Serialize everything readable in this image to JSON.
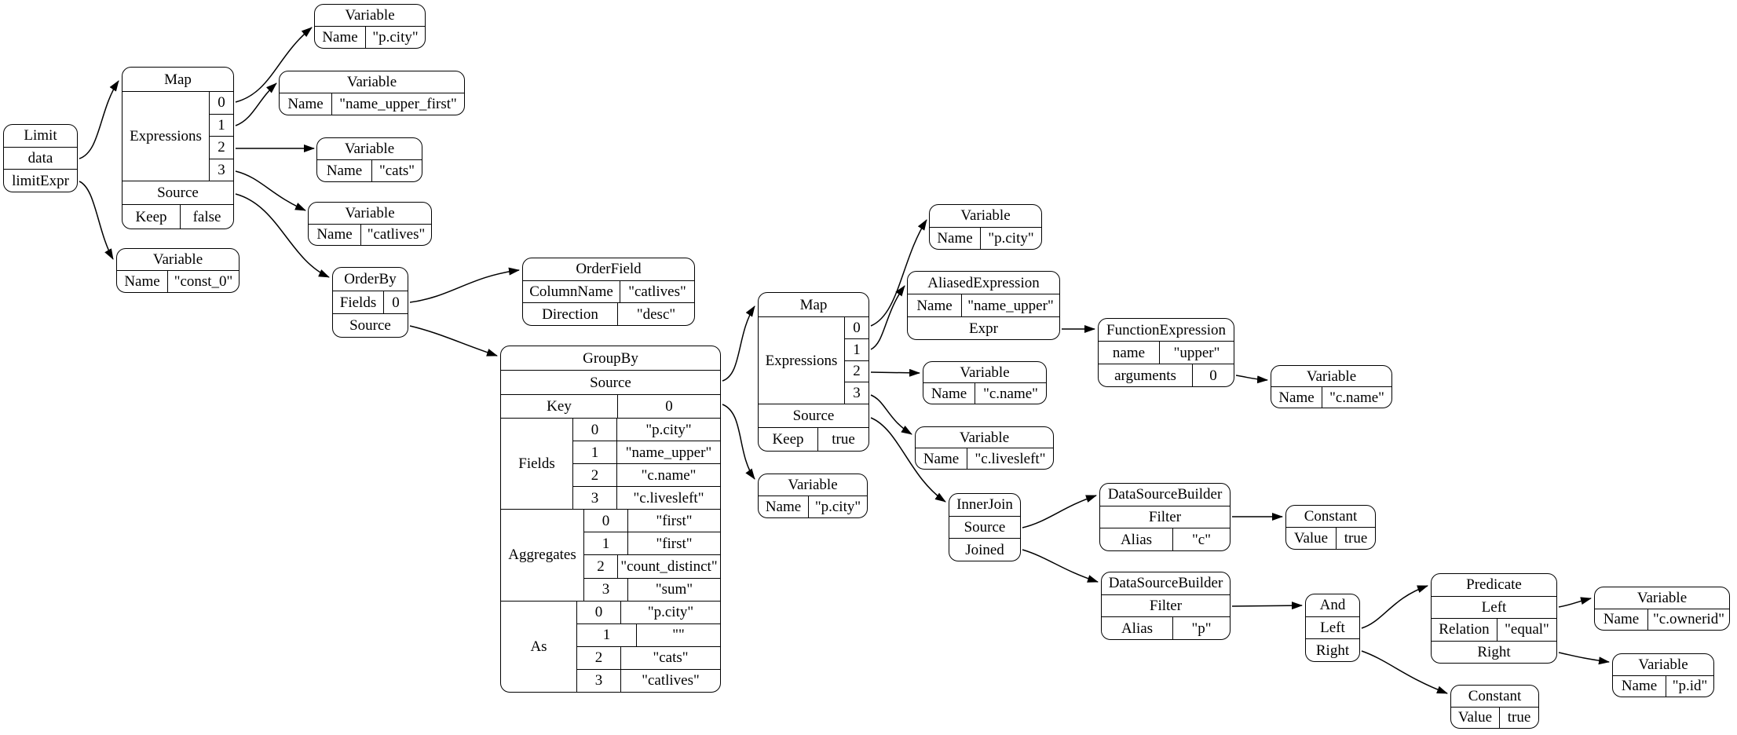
{
  "colors": {
    "background": "#ffffff",
    "node_fill": "#ffffff",
    "stroke": "#000000"
  },
  "nodes": {
    "limit": {
      "title": "Limit",
      "rows": [
        "data",
        "limitExpr"
      ]
    },
    "map1": {
      "title": "Map",
      "expressions_label": "Expressions",
      "indices": [
        "0",
        "1",
        "2",
        "3"
      ],
      "source_label": "Source",
      "keep_label": "Keep",
      "keep_value": "false"
    },
    "var_pcity1": {
      "title": "Variable",
      "key": "Name",
      "value": "\"p.city\""
    },
    "var_name_upper_first": {
      "title": "Variable",
      "key": "Name",
      "value": "\"name_upper_first\""
    },
    "var_cats": {
      "title": "Variable",
      "key": "Name",
      "value": "\"cats\""
    },
    "var_catlives": {
      "title": "Variable",
      "key": "Name",
      "value": "\"catlives\""
    },
    "var_const0": {
      "title": "Variable",
      "key": "Name",
      "value": "\"const_0\""
    },
    "orderby": {
      "title": "OrderBy",
      "fields_label": "Fields",
      "fields_index": "0",
      "source_label": "Source"
    },
    "orderfield": {
      "title": "OrderField",
      "columnname_label": "ColumnName",
      "columnname_value": "\"catlives\"",
      "direction_label": "Direction",
      "direction_value": "\"desc\""
    },
    "groupby": {
      "title": "GroupBy",
      "source_label": "Source",
      "key_label": "Key",
      "key_index": "0",
      "fields_label": "Fields",
      "fields": [
        {
          "i": "0",
          "v": "\"p.city\""
        },
        {
          "i": "1",
          "v": "\"name_upper\""
        },
        {
          "i": "2",
          "v": "\"c.name\""
        },
        {
          "i": "3",
          "v": "\"c.livesleft\""
        }
      ],
      "aggregates_label": "Aggregates",
      "aggregates": [
        {
          "i": "0",
          "v": "\"first\""
        },
        {
          "i": "1",
          "v": "\"first\""
        },
        {
          "i": "2",
          "v": "\"count_distinct\""
        },
        {
          "i": "3",
          "v": "\"sum\""
        }
      ],
      "as_label": "As",
      "as": [
        {
          "i": "0",
          "v": "\"p.city\""
        },
        {
          "i": "1",
          "v": "\"\""
        },
        {
          "i": "2",
          "v": "\"cats\""
        },
        {
          "i": "3",
          "v": "\"catlives\""
        }
      ]
    },
    "map2": {
      "title": "Map",
      "expressions_label": "Expressions",
      "indices": [
        "0",
        "1",
        "2",
        "3"
      ],
      "source_label": "Source",
      "keep_label": "Keep",
      "keep_value": "true"
    },
    "var_pcity2": {
      "title": "Variable",
      "key": "Name",
      "value": "\"p.city\""
    },
    "aliased_expression": {
      "title": "AliasedExpression",
      "name_label": "Name",
      "name_value": "\"name_upper\"",
      "expr_label": "Expr"
    },
    "var_cname1": {
      "title": "Variable",
      "key": "Name",
      "value": "\"c.name\""
    },
    "var_clivesleft": {
      "title": "Variable",
      "key": "Name",
      "value": "\"c.livesleft\""
    },
    "function_expression": {
      "title": "FunctionExpression",
      "name_label": "name",
      "name_value": "\"upper\"",
      "arguments_label": "arguments",
      "arguments_index": "0"
    },
    "var_cname2": {
      "title": "Variable",
      "key": "Name",
      "value": "\"c.name\""
    },
    "var_pcity3": {
      "title": "Variable",
      "key": "Name",
      "value": "\"p.city\""
    },
    "innerjoin": {
      "title": "InnerJoin",
      "rows": [
        "Source",
        "Joined"
      ]
    },
    "dsb_c": {
      "title": "DataSourceBuilder",
      "filter_label": "Filter",
      "alias_label": "Alias",
      "alias_value": "\"c\""
    },
    "const_true1": {
      "title": "Constant",
      "key": "Value",
      "value": "true"
    },
    "dsb_p": {
      "title": "DataSourceBuilder",
      "filter_label": "Filter",
      "alias_label": "Alias",
      "alias_value": "\"p\""
    },
    "and": {
      "title": "And",
      "rows": [
        "Left",
        "Right"
      ]
    },
    "predicate": {
      "title": "Predicate",
      "left_label": "Left",
      "relation_label": "Relation",
      "relation_value": "\"equal\"",
      "right_label": "Right"
    },
    "var_cownerid": {
      "title": "Variable",
      "key": "Name",
      "value": "\"c.ownerid\""
    },
    "var_pid": {
      "title": "Variable",
      "key": "Name",
      "value": "\"p.id\""
    },
    "const_true2": {
      "title": "Constant",
      "key": "Value",
      "value": "true"
    }
  },
  "edges": [
    {
      "from": "limit.data",
      "to": "map1"
    },
    {
      "from": "limit.limitExpr",
      "to": "var_const0"
    },
    {
      "from": "map1.expressions.0",
      "to": "var_pcity1"
    },
    {
      "from": "map1.expressions.1",
      "to": "var_name_upper_first"
    },
    {
      "from": "map1.expressions.2",
      "to": "var_cats"
    },
    {
      "from": "map1.expressions.3",
      "to": "var_catlives"
    },
    {
      "from": "map1.source",
      "to": "orderby"
    },
    {
      "from": "orderby.fields.0",
      "to": "orderfield"
    },
    {
      "from": "orderby.source",
      "to": "groupby"
    },
    {
      "from": "groupby.source",
      "to": "map2"
    },
    {
      "from": "groupby.key.0",
      "to": "var_pcity3"
    },
    {
      "from": "map2.expressions.0",
      "to": "var_pcity2"
    },
    {
      "from": "map2.expressions.1",
      "to": "aliased_expression"
    },
    {
      "from": "map2.expressions.2",
      "to": "var_cname1"
    },
    {
      "from": "map2.expressions.3",
      "to": "var_clivesleft"
    },
    {
      "from": "map2.source",
      "to": "innerjoin"
    },
    {
      "from": "aliased_expression.expr",
      "to": "function_expression"
    },
    {
      "from": "function_expression.arguments.0",
      "to": "var_cname2"
    },
    {
      "from": "innerjoin.source",
      "to": "dsb_c"
    },
    {
      "from": "innerjoin.joined",
      "to": "dsb_p"
    },
    {
      "from": "dsb_c.filter",
      "to": "const_true1"
    },
    {
      "from": "dsb_p.filter",
      "to": "and"
    },
    {
      "from": "and.left",
      "to": "predicate"
    },
    {
      "from": "and.right",
      "to": "const_true2"
    },
    {
      "from": "predicate.left",
      "to": "var_cownerid"
    },
    {
      "from": "predicate.right",
      "to": "var_pid"
    }
  ]
}
